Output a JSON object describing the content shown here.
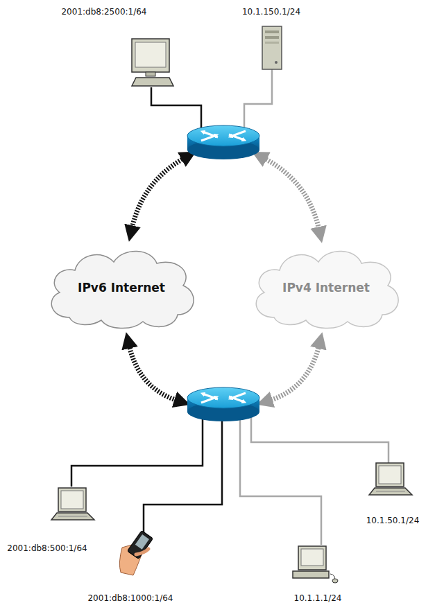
{
  "diagram": {
    "nodes": [
      {
        "text": [
          "2001:db8:2500:1/64"
        ]
      },
      {
        "text": [
          "10.1.150.1/24"
        ]
      },
      {
        "text": [
          "IPv6 Internet"
        ]
      },
      {
        "text": [
          "IPv4 Internet"
        ]
      },
      {
        "text": [
          "2001:db8:500:1/64"
        ]
      },
      {
        "text": [
          "10.1.50.1/24"
        ]
      },
      {
        "text": [
          "2001:db8:1000:1/64"
        ]
      },
      {
        "text": [
          "10.1.1.1/24"
        ]
      }
    ]
  }
}
